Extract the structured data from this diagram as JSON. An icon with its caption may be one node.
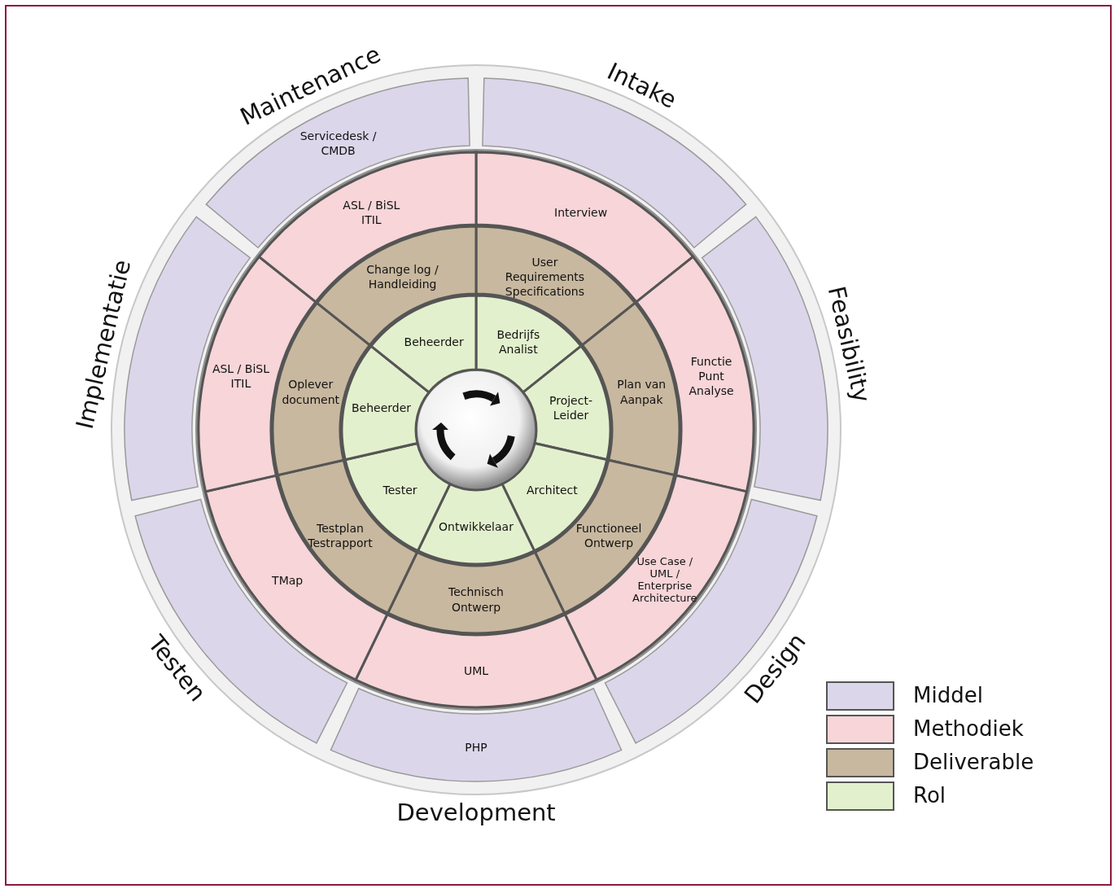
{
  "diagram": {
    "nodes": [
      {
        "text": [],
        "shape": "band"
      },
      {
        "text": [
          "Interview"
        ]
      },
      {
        "text": [
          "User Requirements Specifications"
        ]
      },
      {
        "text": [
          "Bedrijfs Analist"
        ]
      },
      {
        "text": [],
        "shape": "band"
      },
      {
        "text": [
          "Functie Punt Analyse"
        ]
      },
      {
        "text": [
          "Plan van Aanpak"
        ]
      },
      {
        "text": [
          "Project-Leider"
        ]
      },
      {
        "text": [],
        "shape": "band"
      },
      {
        "text": [
          "Use Case / UML / Enterprise Architecture"
        ]
      },
      {
        "text": [
          "Functioneel Ontwerp"
        ]
      },
      {
        "text": [
          "Architect"
        ]
      },
      {
        "text": [
          "PHP"
        ]
      },
      {
        "text": [
          "UML"
        ]
      },
      {
        "text": [
          "Technisch Ontwerp"
        ]
      },
      {
        "text": [
          "Ontwikkelaar"
        ]
      },
      {
        "text": [],
        "shape": "band"
      },
      {
        "text": [
          "TMap"
        ]
      },
      {
        "text": [
          "Testplan Testrapport"
        ]
      },
      {
        "text": [
          "Tester"
        ]
      },
      {
        "text": [],
        "shape": "band"
      },
      {
        "text": [
          "ASL / BiSL ITIL"
        ]
      },
      {
        "text": [
          "Oplever document"
        ]
      },
      {
        "text": [
          "Beheerder"
        ]
      },
      {
        "text": [
          "Servicedesk / CMDB"
        ]
      },
      {
        "text": [
          "ASL / BiSL ITIL"
        ]
      },
      {
        "text": [
          "Change log / Handleiding"
        ]
      },
      {
        "text": [
          "Beheerder"
        ]
      }
    ],
    "labels": [
      "Intake",
      "Feasibility",
      "Design",
      "Development",
      "Testen",
      "Implementatie",
      "Maintenance"
    ],
    "legend": [
      {
        "text": "Middel",
        "color": "#dcd6ea"
      },
      {
        "text": "Methodiek",
        "color": "#f7d5d8"
      },
      {
        "text": "Deliverable",
        "color": "#c8b89f"
      },
      {
        "text": "Rol",
        "color": "#e3f0cd"
      }
    ]
  }
}
